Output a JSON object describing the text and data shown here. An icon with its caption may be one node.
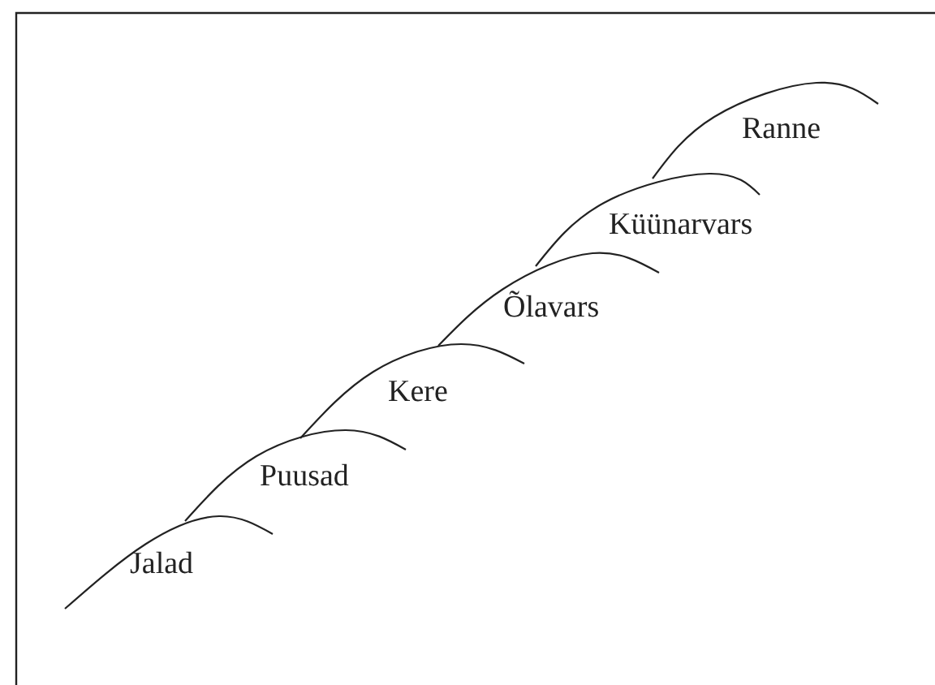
{
  "diagram": {
    "labels": [
      "Ranne",
      "Küünarvars",
      "Õlavars",
      "Kere",
      "Puusad",
      "Jalad"
    ]
  }
}
